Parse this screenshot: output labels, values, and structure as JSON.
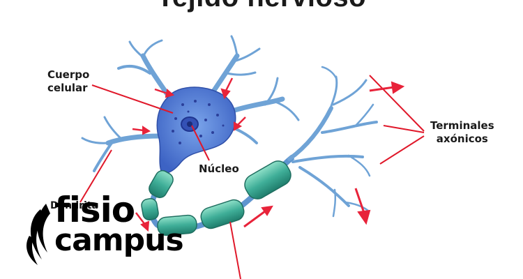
{
  "title": "Tejido nervioso",
  "labels": {
    "cuerpo_celular_line1": "Cuerpo",
    "cuerpo_celular_line2": "celular",
    "nucleo": "Núcleo",
    "terminales_line1": "Terminales",
    "terminales_line2": "axónicos",
    "dendrita": "Dendrita"
  },
  "logo": {
    "brand_line1": "fisio",
    "brand_line2": "campus"
  },
  "colors": {
    "cell_body": "#5b86d8",
    "dendrite": "#6fa3d6",
    "myelin": "#3fae98",
    "pointer_line": "#e0182a",
    "arrow": "#e8233a"
  }
}
